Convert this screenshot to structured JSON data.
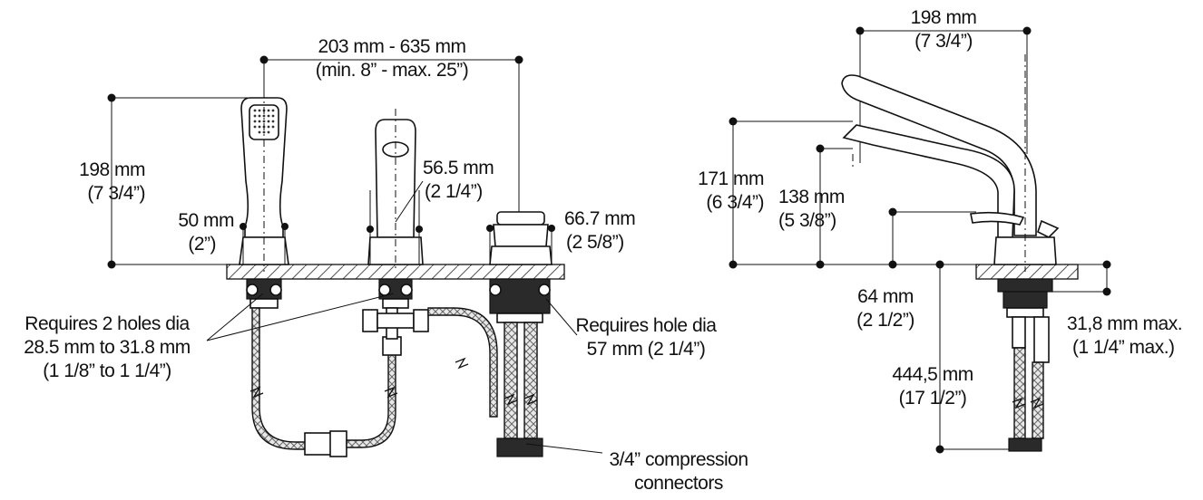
{
  "front_view": {
    "spread_label": "203 mm - 635 mm",
    "spread_label_imperial": "(min. 8” - max. 25”)",
    "handshower_height": "198 mm",
    "handshower_height_imperial": "(7 3/4”)",
    "handshower_base": "50 mm",
    "handshower_base_imperial": "(2”)",
    "valve_width": "56.5 mm",
    "valve_width_imperial": "(2 1/4”)",
    "spout_base": "66.7 mm",
    "spout_base_imperial": "(2 5/8”)",
    "holes_note_1": "Requires 2 holes dia",
    "holes_note_2": "28.5 mm to 31.8 mm",
    "holes_note_3": "(1 1/8” to 1 1/4”)",
    "hole_note_1": "Requires hole dia",
    "hole_note_2": "57 mm (2 1/4”)",
    "connectors_note_1": "3/4” compression",
    "connectors_note_2": "connectors"
  },
  "side_view": {
    "reach": "198 mm",
    "reach_imperial": "(7 3/4”)",
    "overall_height": "171 mm",
    "overall_height_imperial": "(6 3/4”)",
    "spout_height": "138 mm",
    "spout_height_imperial": "(5 3/8”)",
    "lever_height": "64 mm",
    "lever_height_imperial": "(2 1/2”)",
    "deck_thickness": "31,8 mm max.",
    "deck_thickness_imperial": "(1 1/4” max.)",
    "shank_length": "444,5 mm",
    "shank_length_imperial": "(17 1/2”)"
  }
}
